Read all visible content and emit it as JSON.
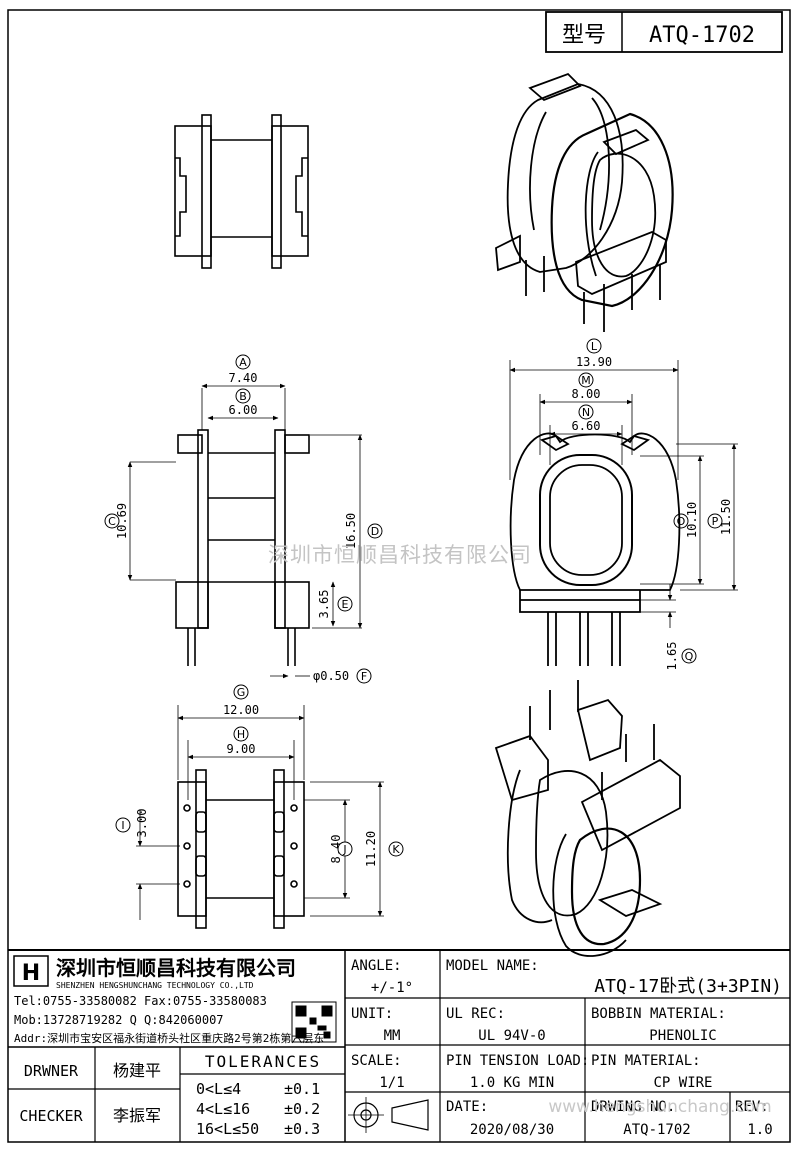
{
  "header": {
    "model_label": "型号",
    "model_value": "ATQ-1702"
  },
  "watermarks": {
    "center": "深圳市恒顺昌科技有限公司",
    "footer": "www.hengshunchang.com"
  },
  "dimensions": {
    "A": {
      "tag": "A",
      "value": "7.40"
    },
    "B": {
      "tag": "B",
      "value": "6.00"
    },
    "C": {
      "tag": "C",
      "value": "10.69"
    },
    "D": {
      "tag": "D",
      "value": "16.50"
    },
    "E": {
      "tag": "E",
      "value": "3.65"
    },
    "F": {
      "tag": "F",
      "value": "φ0.50"
    },
    "G": {
      "tag": "G",
      "value": "12.00"
    },
    "H": {
      "tag": "H",
      "value": "9.00"
    },
    "I": {
      "tag": "I",
      "value": "3.00"
    },
    "J": {
      "tag": "J",
      "value": "8.40"
    },
    "K": {
      "tag": "K",
      "value": "11.20"
    },
    "L": {
      "tag": "L",
      "value": "13.90"
    },
    "M": {
      "tag": "M",
      "value": "8.00"
    },
    "N": {
      "tag": "N",
      "value": "6.60"
    },
    "O": {
      "tag": "O",
      "value": "10.10"
    },
    "P": {
      "tag": "P",
      "value": "11.50"
    },
    "Q": {
      "tag": "Q",
      "value": "1.65"
    }
  },
  "company": {
    "name_cn": "深圳市恒顺昌科技有限公司",
    "name_en": "SHENZHEN HENGSHUNCHANG TECHNOLOGY CO.,LTD",
    "tel_fax": "Tel:0755-33580082 Fax:0755-33580083",
    "mob_qq": "Mob:13728719282     Q  Q:842060007",
    "addr": "Addr:深圳市宝安区福永街道桥头社区重庆路2号第2栋第六层东"
  },
  "title_block": {
    "drawer_label": "DRWNER",
    "drawer_name": "杨建平",
    "checker_label": "CHECKER",
    "checker_name": "李振军",
    "tolerances_title": "TOLERANCES",
    "tol_rows": [
      {
        "range": "0<L≤4",
        "tol": "±0.1"
      },
      {
        "range": "4<L≤16",
        "tol": "±0.2"
      },
      {
        "range": "16<L≤50",
        "tol": "±0.3"
      }
    ],
    "angle_label": "ANGLE:",
    "angle_value": "+/-1°",
    "unit_label": "UNIT:",
    "unit_value": "MM",
    "scale_label": "SCALE:",
    "scale_value": "1/1",
    "model_name_label": "MODEL NAME:",
    "model_name_value": "ATQ-17卧式(3+3PIN)",
    "ul_label": "UL REC:",
    "ul_value": "UL 94V-0",
    "bobbin_label": "BOBBIN MATERIAL:",
    "bobbin_value": "PHENOLIC",
    "pin_tension_label": "PIN TENSION LOAD:",
    "pin_tension_value": "1.0 KG MIN",
    "pin_material_label": "PIN MATERIAL:",
    "pin_material_value": "CP WIRE",
    "date_label": "DATE:",
    "date_value": "2020/08/30",
    "drawing_no_label": "DRWING NO.",
    "drawing_no_value": "ATQ-1702",
    "rev_label": "REV:",
    "rev_value": "1.0"
  }
}
